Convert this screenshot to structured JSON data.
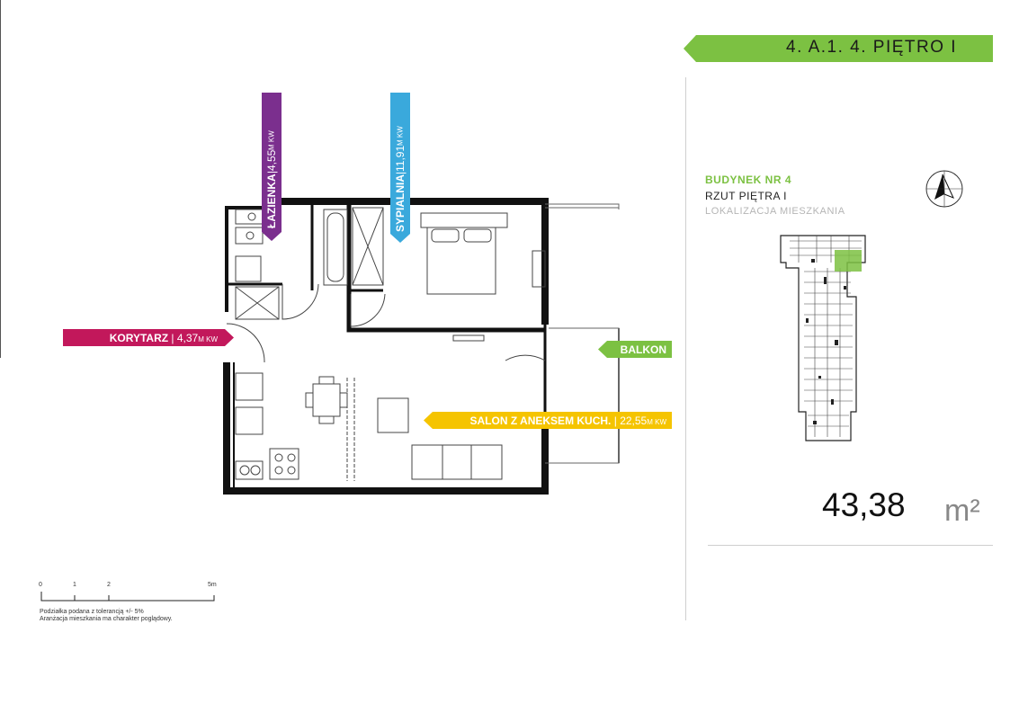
{
  "header": {
    "banner": "4. A.1. 4. PIĘTRO I"
  },
  "building": {
    "title": "BUDYNEK NR 4",
    "subtitle": "RZUT PIĘTRA I",
    "location": "LOKALIZACJA MIESZKANIA"
  },
  "area": {
    "value": "43,38",
    "unit": "m²"
  },
  "rooms": {
    "korytarz": {
      "name": "KORYTARZ",
      "area": "4,37",
      "unit": "M KW",
      "color": "#c2185b"
    },
    "lazienka": {
      "name": "ŁAZIENKA",
      "area": "4,55",
      "unit": "M KW",
      "color": "#7b2f8e"
    },
    "sypialnia": {
      "name": "SYPIALNIA",
      "area": "11,91",
      "unit": "M KW",
      "color": "#3aa9dc"
    },
    "balkon": {
      "name": "BALKON",
      "color": "#7cc142"
    },
    "salon": {
      "name": "SALON Z ANEKSEM KUCH.",
      "area": "22,55",
      "unit": "M KW",
      "color": "#f5c400"
    }
  },
  "scale": {
    "ticks": [
      "0",
      "1",
      "2",
      "5m"
    ],
    "note1": "Podziałka podana z tolerancją +/- 5%",
    "note2": "Aranżacja mieszkania ma charakter poglądowy."
  },
  "colors": {
    "accent": "#7cc142"
  }
}
